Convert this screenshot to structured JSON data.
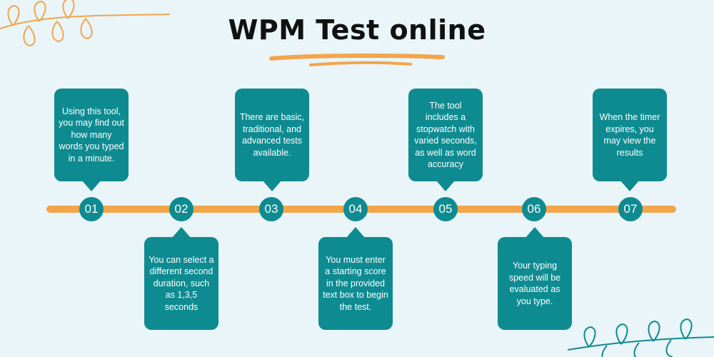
{
  "title": "WPM Test online",
  "colors": {
    "background": "#e9f5f8",
    "card": "#0e8b91",
    "accent": "#f2a54a",
    "text": "#ffffff"
  },
  "steps": [
    {
      "number": "01",
      "text": "Using this tool, you may find out how many words you typed in a minute."
    },
    {
      "number": "02",
      "text": "You can select a different second duration, such as 1,3,5 seconds"
    },
    {
      "number": "03",
      "text": "There are basic, traditional, and advanced tests available."
    },
    {
      "number": "04",
      "text": "You must enter a starting score in the provided  text  box to begin the test."
    },
    {
      "number": "05",
      "text": "The tool includes a stopwatch with varied seconds, as well as word accuracy"
    },
    {
      "number": "06",
      "text": "Your typing speed will be evaluated as you type."
    },
    {
      "number": "07",
      "text": "When the timer expires, you may view the results"
    }
  ]
}
